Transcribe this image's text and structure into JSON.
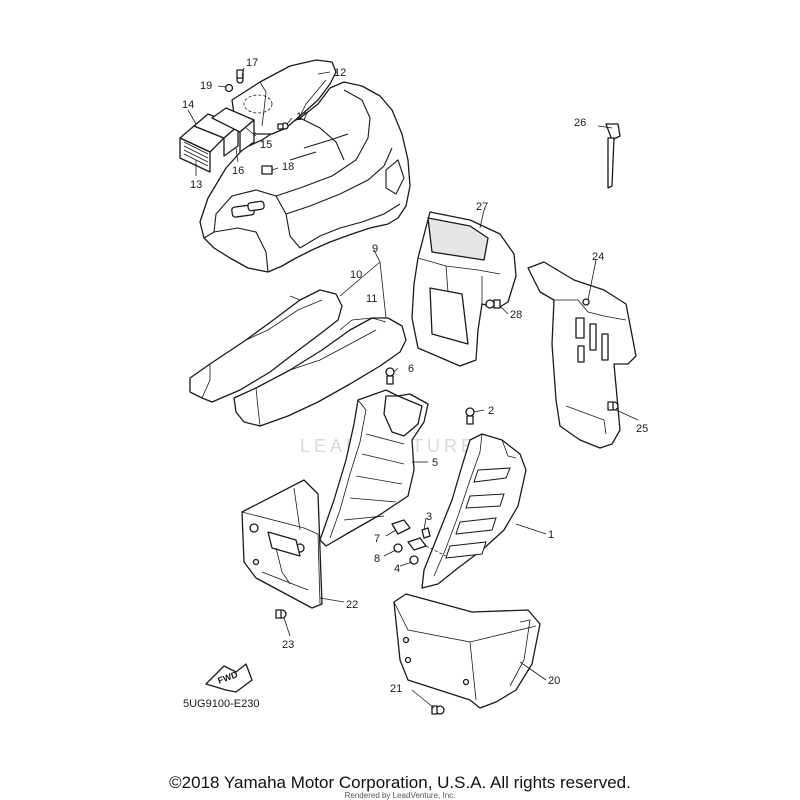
{
  "diagram": {
    "code": "5UG9100-E230",
    "watermark": "LEADVENTURE",
    "fwd_label": "FWD",
    "callouts": [
      "1",
      "2",
      "3",
      "4",
      "5",
      "6",
      "7",
      "8",
      "9",
      "10",
      "11",
      "12",
      "13",
      "14",
      "15",
      "16",
      "17",
      "17",
      "18",
      "19",
      "20",
      "21",
      "22",
      "23",
      "24",
      "25",
      "26",
      "27",
      "28"
    ]
  },
  "footer": {
    "copyright": "©2018 Yamaha Motor Corporation, U.S.A. All rights reserved.",
    "rendered_by": "Rendered by LeadVenture, Inc."
  }
}
